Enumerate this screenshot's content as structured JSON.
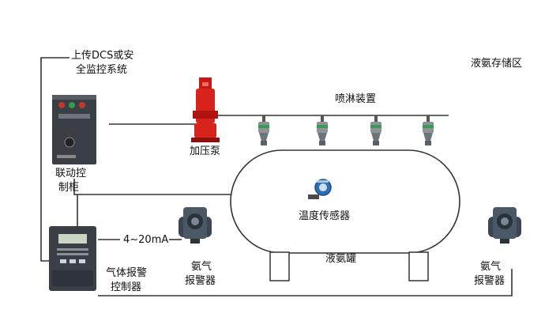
{
  "labels": {
    "upload_line1": "上传DCS或安",
    "upload_line2": "全监控系统",
    "storage_area": "液氨存储区",
    "spray": "喷淋装置",
    "pump": "加压泵",
    "linkage_line1": "联动控",
    "linkage_line2": "制柜",
    "temp_sensor": "温度传感器",
    "signal": "4~20mA",
    "tank": "液氨罐",
    "gas_ctrl_line1": "气体报警",
    "gas_ctrl_line2": "控制器",
    "alarm1_line1": "氨气",
    "alarm1_line2": "报警器",
    "alarm2_line1": "氨气",
    "alarm2_line2": "报警器"
  },
  "colors": {
    "line": "#333333",
    "cabinet": "#3a3f45",
    "pump": "#d8231c",
    "sensor_blue": "#2c6fb5",
    "detector": "#3b4652",
    "nozzle_green": "#3a9a52"
  }
}
